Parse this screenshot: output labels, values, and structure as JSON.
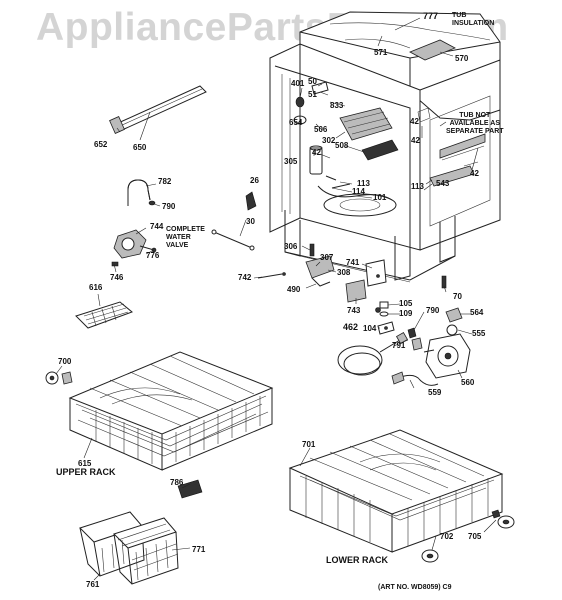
{
  "watermark": "AppliancePartsPros.com",
  "notes": {
    "tub_insulation": "TUB\nINSULATION",
    "tub_not_available": "TUB NOT\nAVAILABLE AS\nSEPARATE PART",
    "complete_water_valve": "COMPLETE\nWATER\nVALVE",
    "upper_rack": "UPPER RACK",
    "lower_rack": "LOWER RACK",
    "art_no": "(ART NO. WD8059)  C9"
  },
  "part_labels": [
    {
      "id": "777",
      "text": "777"
    },
    {
      "id": "571",
      "text": "571"
    },
    {
      "id": "570",
      "text": "570"
    },
    {
      "id": "401",
      "text": "401"
    },
    {
      "id": "50",
      "text": "50"
    },
    {
      "id": "51",
      "text": "51"
    },
    {
      "id": "833",
      "text": "833"
    },
    {
      "id": "654",
      "text": "654"
    },
    {
      "id": "506",
      "text": "506"
    },
    {
      "id": "302",
      "text": "302"
    },
    {
      "id": "508",
      "text": "508"
    },
    {
      "id": "42a",
      "text": "42"
    },
    {
      "id": "42b",
      "text": "42"
    },
    {
      "id": "42c",
      "text": "42"
    },
    {
      "id": "42d",
      "text": "42"
    },
    {
      "id": "305",
      "text": "305"
    },
    {
      "id": "113a",
      "text": "113"
    },
    {
      "id": "113b",
      "text": "113"
    },
    {
      "id": "114",
      "text": "114"
    },
    {
      "id": "543",
      "text": "543"
    },
    {
      "id": "101",
      "text": "101"
    },
    {
      "id": "652",
      "text": "652"
    },
    {
      "id": "650",
      "text": "650"
    },
    {
      "id": "26",
      "text": "26"
    },
    {
      "id": "782",
      "text": "782"
    },
    {
      "id": "790a",
      "text": "790"
    },
    {
      "id": "30",
      "text": "30"
    },
    {
      "id": "744",
      "text": "744"
    },
    {
      "id": "776",
      "text": "776"
    },
    {
      "id": "746",
      "text": "746"
    },
    {
      "id": "306",
      "text": "306"
    },
    {
      "id": "307",
      "text": "307"
    },
    {
      "id": "741",
      "text": "741"
    },
    {
      "id": "308",
      "text": "308"
    },
    {
      "id": "742",
      "text": "742"
    },
    {
      "id": "490",
      "text": "490"
    },
    {
      "id": "70",
      "text": "70"
    },
    {
      "id": "616",
      "text": "616"
    },
    {
      "id": "743",
      "text": "743"
    },
    {
      "id": "105",
      "text": "105"
    },
    {
      "id": "109",
      "text": "109"
    },
    {
      "id": "790b",
      "text": "790"
    },
    {
      "id": "564",
      "text": "564"
    },
    {
      "id": "462",
      "text": "462"
    },
    {
      "id": "104",
      "text": "104"
    },
    {
      "id": "555",
      "text": "555"
    },
    {
      "id": "791",
      "text": "791"
    },
    {
      "id": "700",
      "text": "700"
    },
    {
      "id": "560",
      "text": "560"
    },
    {
      "id": "559",
      "text": "559"
    },
    {
      "id": "615",
      "text": "615"
    },
    {
      "id": "701",
      "text": "701"
    },
    {
      "id": "786",
      "text": "786"
    },
    {
      "id": "771",
      "text": "771"
    },
    {
      "id": "702",
      "text": "702"
    },
    {
      "id": "705",
      "text": "705"
    },
    {
      "id": "761",
      "text": "761"
    }
  ]
}
